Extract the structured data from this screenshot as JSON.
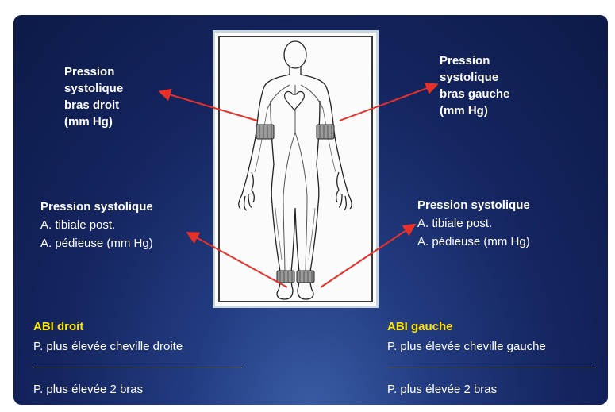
{
  "labels": {
    "right_arm": [
      "Pression",
      "systolique",
      "bras droit",
      "(mm Hg)"
    ],
    "left_arm": [
      "Pression",
      "systolique",
      "bras gauche",
      "(mm Hg)"
    ],
    "right_leg": {
      "title": "Pression systolique",
      "line1": "A. tibiale post.",
      "line2": "A. pédieuse (mm Hg)"
    },
    "left_leg": {
      "title": "Pression systolique",
      "line1": "A. tibiale post.",
      "line2": "A. pédieuse (mm Hg)"
    }
  },
  "abi_right": {
    "title": "ABI droit",
    "numerator": "P. plus élevée cheville droite",
    "denominator": "P. plus élevée 2 bras"
  },
  "abi_left": {
    "title": "ABI gauche",
    "numerator": "P. plus élevée cheville gauche",
    "denominator": "P. plus élevée 2 bras"
  },
  "colors": {
    "background": "#14245e",
    "arrow": "#e8302a",
    "highlight": "#ffe600",
    "text": "#ffffff"
  }
}
